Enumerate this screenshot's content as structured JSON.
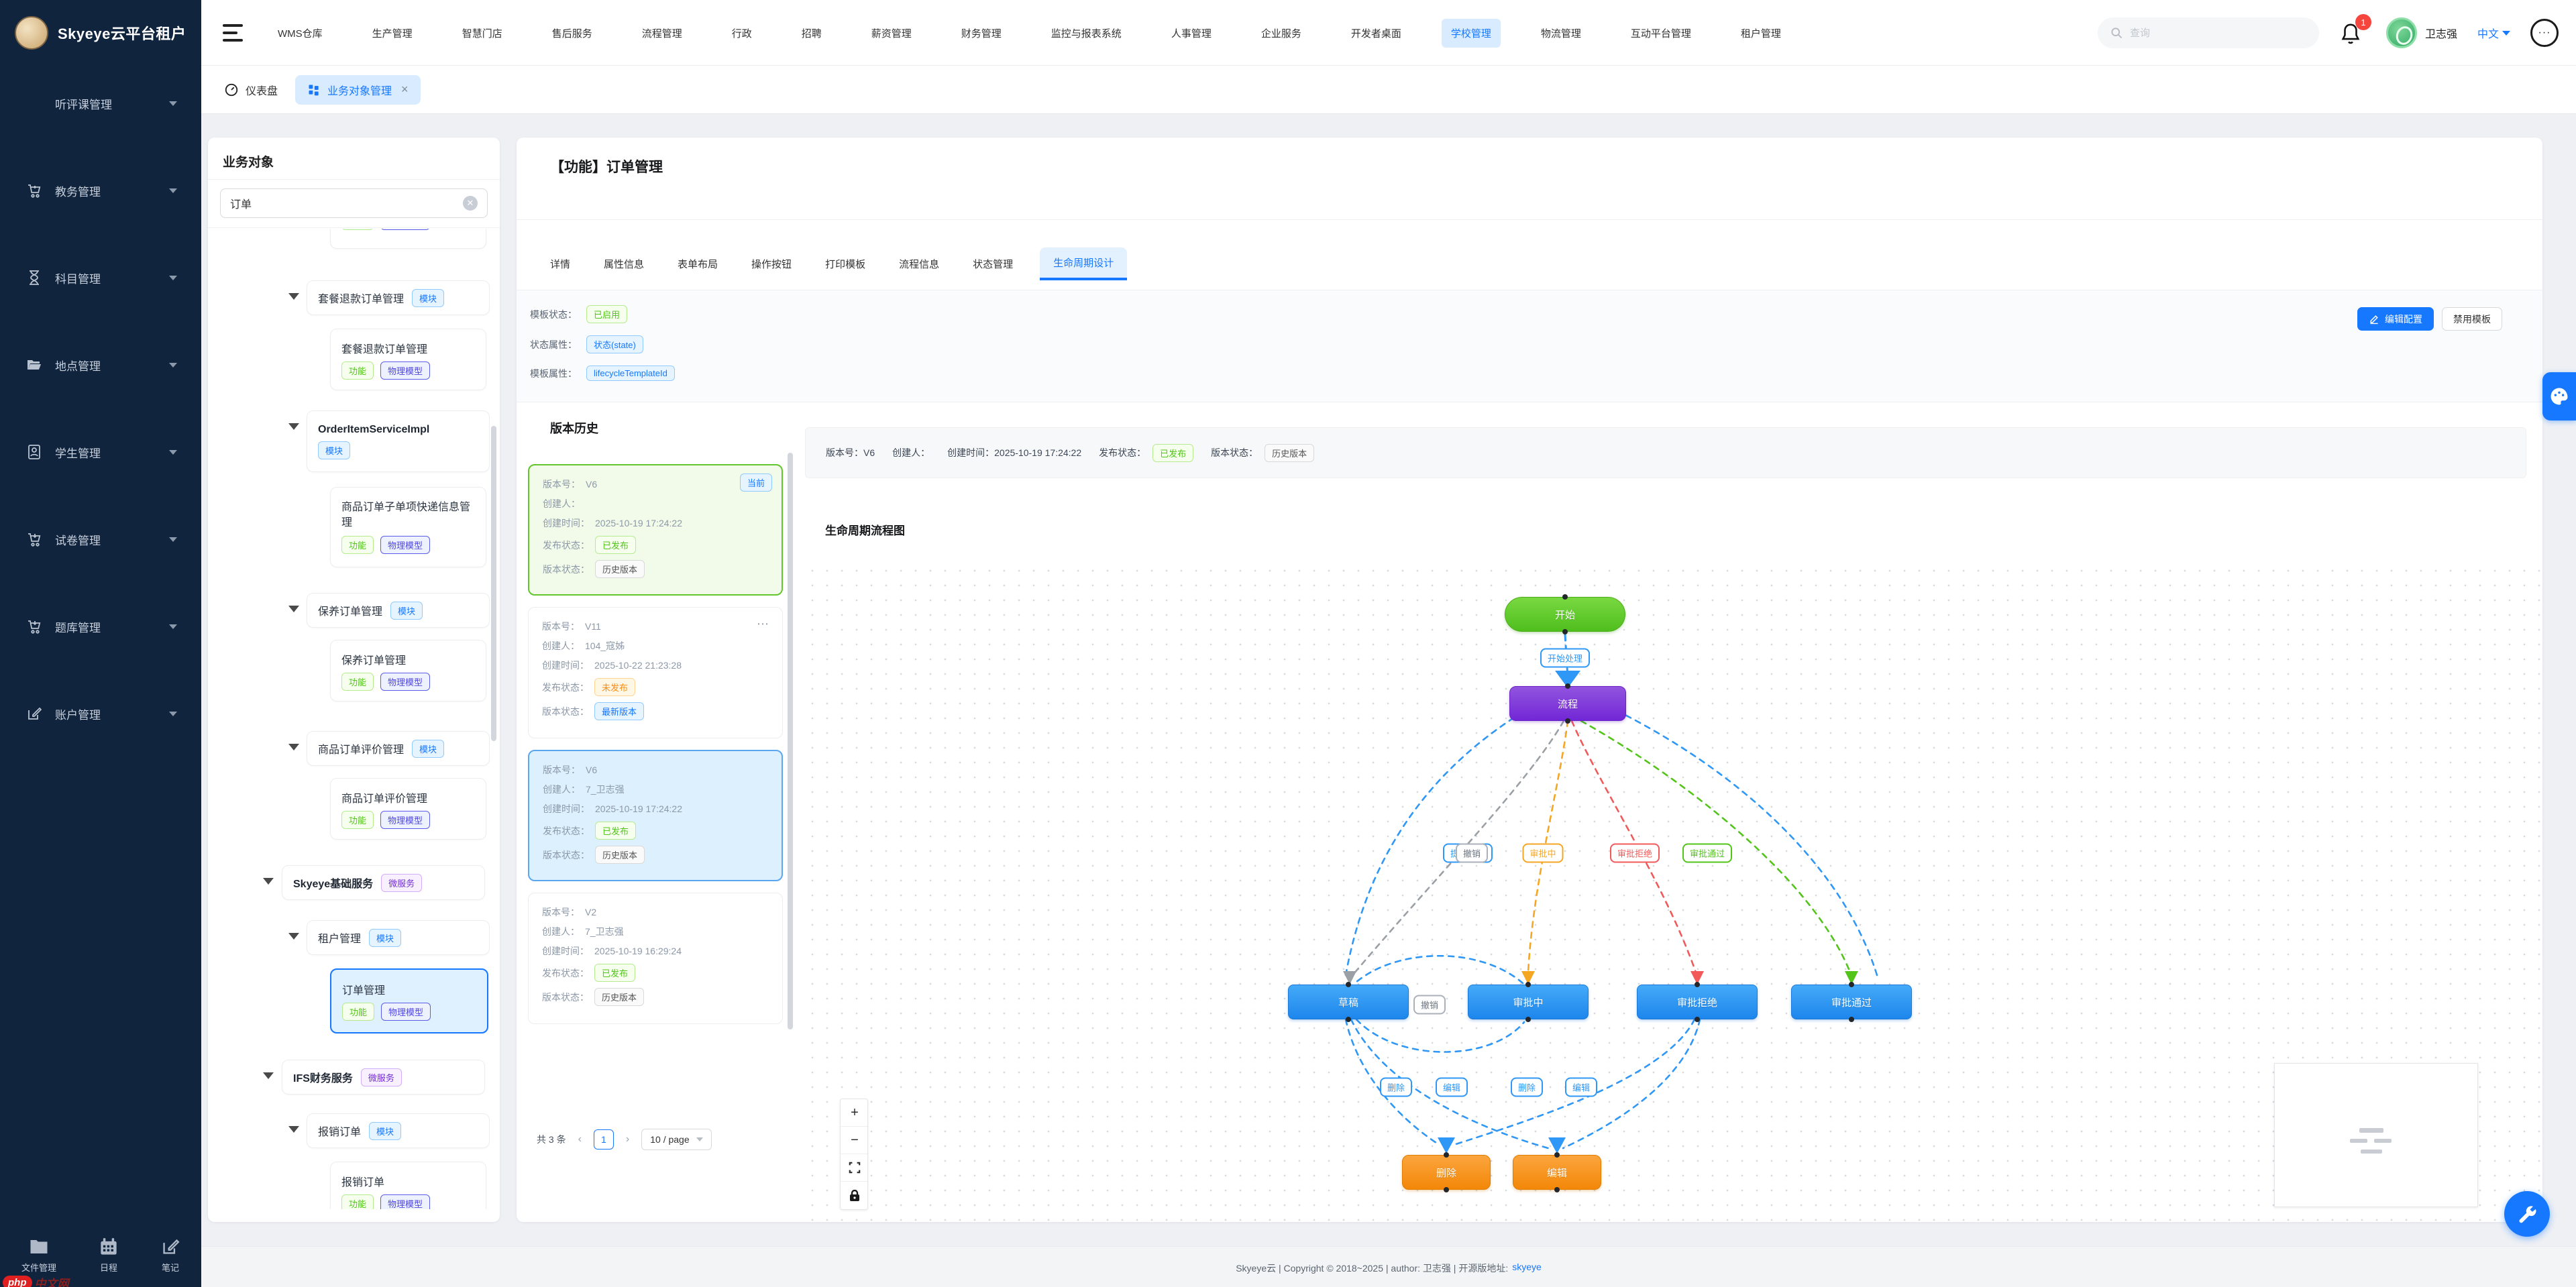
{
  "colors": {
    "accent": "#1677ff",
    "sidebar_bg": "#10243e",
    "active_nav_bg": "#d9ecff",
    "node_green": "#52bf1d",
    "node_purple": "#7227d6",
    "node_blue": "#1d86ec",
    "node_orange": "#f38708",
    "edge_blue": "#2f97f5",
    "edge_gray": "#9aa0a6",
    "edge_orange": "#f5a623",
    "edge_red": "#f25a5a",
    "edge_green": "#52c41a"
  },
  "topbar": {
    "logo_text": "Skyeye云平台租户",
    "nav": [
      "WMS仓库",
      "生产管理",
      "智慧门店",
      "售后服务",
      "流程管理",
      "行政",
      "招聘",
      "薪资管理",
      "财务管理",
      "监控与报表系统",
      "人事管理",
      "企业服务",
      "开发者桌面",
      "学校管理",
      "物流管理",
      "互动平台管理",
      "租户管理"
    ],
    "active_nav": "学校管理",
    "search_placeholder": "查询",
    "notification_count": "1",
    "user_name": "卫志强",
    "lang": "中文",
    "chat_dots": "···"
  },
  "tabstrip": {
    "dashboard_label": "仪表盘",
    "active_tab": "业务对象管理",
    "close_glyph": "×"
  },
  "sidebar": {
    "items": [
      {
        "icon": "",
        "label": "听评课管理"
      },
      {
        "icon": "cart-plus-icon",
        "label": "教务管理"
      },
      {
        "icon": "hourglass-icon",
        "label": "科目管理"
      },
      {
        "icon": "folder-icon",
        "label": "地点管理"
      },
      {
        "icon": "id-card-icon",
        "label": "学生管理"
      },
      {
        "icon": "cart-down-icon",
        "label": "试卷管理"
      },
      {
        "icon": "cart-icon",
        "label": "题库管理"
      },
      {
        "icon": "edit-icon",
        "label": "账户管理"
      }
    ],
    "bottom": [
      {
        "icon": "folder-icon",
        "label": "文件管理"
      },
      {
        "icon": "calendar-icon",
        "label": "日程"
      },
      {
        "icon": "note-icon",
        "label": "笔记"
      }
    ],
    "watermark_php": "php",
    "watermark_text": "中文网"
  },
  "tree": {
    "title": "业务对象",
    "search_value": "订单",
    "badge_labels": {
      "module": "模块",
      "service": "微服务",
      "func": "功能",
      "model": "物理模型"
    },
    "items": [
      {
        "type": "leaf-clipped",
        "label": ""
      },
      {
        "type": "module",
        "label": "套餐退款订单管理"
      },
      {
        "type": "leaf",
        "label": "套餐退款订单管理"
      },
      {
        "type": "module",
        "label": "OrderItemServiceImpl"
      },
      {
        "type": "leaf",
        "label": "商品订单子单项快递信息管理"
      },
      {
        "type": "module",
        "label": "保养订单管理"
      },
      {
        "type": "leaf",
        "label": "保养订单管理"
      },
      {
        "type": "module",
        "label": "商品订单评价管理"
      },
      {
        "type": "leaf",
        "label": "商品订单评价管理"
      },
      {
        "type": "service",
        "label": "Skyeye基础服务"
      },
      {
        "type": "module",
        "label": "租户管理"
      },
      {
        "type": "leaf-selected",
        "label": "订单管理"
      },
      {
        "type": "service",
        "label": "IFS财务服务"
      },
      {
        "type": "module",
        "label": "报销订单"
      },
      {
        "type": "leaf",
        "label": "报销订单"
      }
    ]
  },
  "main": {
    "title": "【功能】订单管理",
    "tabs": [
      "详情",
      "属性信息",
      "表单布局",
      "操作按钮",
      "打印模板",
      "流程信息",
      "状态管理",
      "生命周期设计"
    ],
    "active_tab": "生命周期设计",
    "meta": {
      "rows": [
        {
          "label": "模板状态：",
          "value": "已启用"
        },
        {
          "label": "状态属性：",
          "value": "状态(state)"
        },
        {
          "label": "模板属性：",
          "value": "lifecycleTemplateId"
        }
      ],
      "edit_btn": "编辑配置",
      "disable_btn": "禁用模板"
    },
    "version_history": {
      "title": "版本历史",
      "field_labels": {
        "version": "版本号：",
        "creator": "创建人：",
        "created": "创建时间：",
        "publish": "发布状态：",
        "status": "版本状态："
      },
      "cards": [
        {
          "version": "V6",
          "creator": "",
          "created": "2025-10-19 17:24:22",
          "publish": "已发布",
          "status": "历史版本",
          "corner": "当前"
        },
        {
          "version": "V11",
          "creator": "104_寇姊",
          "created": "2025-10-22 21:23:28",
          "publish": "未发布",
          "status": "最新版本",
          "corner": "⋯"
        },
        {
          "version": "V6",
          "creator": "7_卫志强",
          "created": "2025-10-19 17:24:22",
          "publish": "已发布",
          "status": "历史版本",
          "corner": ""
        },
        {
          "version": "V2",
          "creator": "7_卫志强",
          "created": "2025-10-19 16:29:24",
          "publish": "已发布",
          "status": "历史版本",
          "corner": ""
        }
      ],
      "pagination": {
        "total": "共 3 条",
        "prev": "‹",
        "page": "1",
        "next": "›",
        "size": "10 / page"
      }
    },
    "version_bar": {
      "version_label": "版本号：",
      "version": "V6",
      "creator_label": "创建人：",
      "creator": "",
      "created_label": "创建时间：",
      "created": "2025-10-19 17:24:22",
      "publish_label": "发布状态：",
      "publish": "已发布",
      "status_label": "版本状态：",
      "status": "历史版本"
    },
    "diagram": {
      "title": "生命周期流程图",
      "nodes": [
        "开始",
        "流程",
        "草稿",
        "审批中",
        "审批拒绝",
        "审批通过",
        "删除",
        "编辑"
      ],
      "edge_labels": [
        "开始处理",
        "提交审批",
        "撤销",
        "审批中",
        "审批拒绝",
        "审批通过",
        "撤销",
        "删除",
        "编辑",
        "删除",
        "编辑"
      ],
      "controls": {
        "zoom_in": "+",
        "zoom_out": "−"
      }
    }
  },
  "footer": {
    "text": "Skyeye云 | Copyright © 2018~2025 | author: 卫志强 | 开源版地址:",
    "link": "skyeye"
  }
}
